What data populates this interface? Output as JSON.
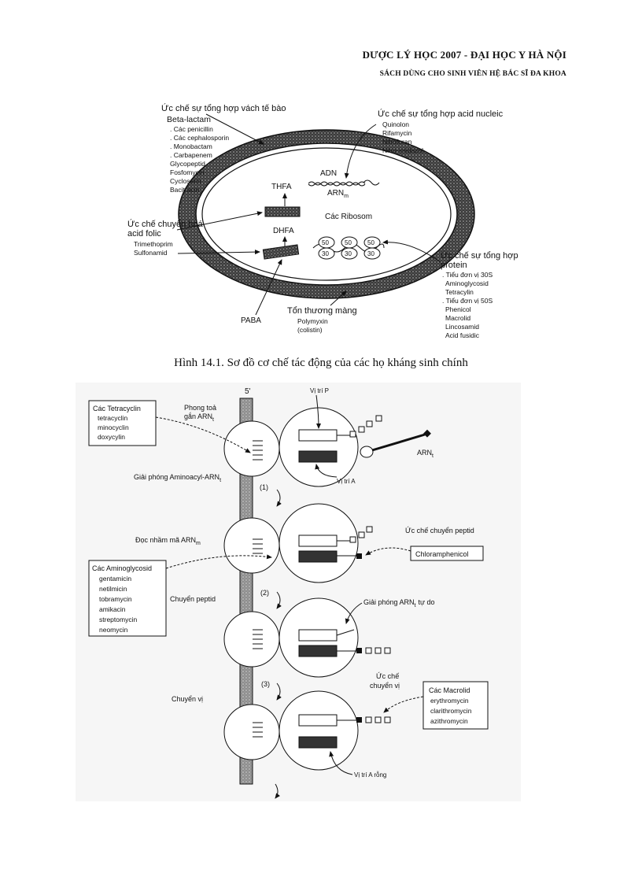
{
  "header": {
    "line1": "DƯỢC LÝ HỌC 2007 - ĐẠI HỌC Y HÀ NỘI",
    "line2": "SÁCH DÙNG CHO SINH VIÊN HỆ BÁC SĨ ĐA KHOA"
  },
  "figure1": {
    "cell_wall_title": "Ức chế sự tổng hợp vách tế bào",
    "cell_wall_group": "Beta-lactam",
    "cell_wall_items": [
      ". Các penicillin",
      ". Các cephalosporin",
      ". Monobactam",
      ". Carbapenem",
      "Glycopeptid",
      "Fosfomycin",
      "Cycloserin",
      "Bacitracin"
    ],
    "nucleic_title": "Ức chế sự tổng hợp acid nucleic",
    "nucleic_items": [
      "Quinolon",
      "Rifamycin",
      "Nitrofuran",
      "Nitro-imidazol"
    ],
    "adn": "ADN",
    "arn": "ARN",
    "arn_sub": "m",
    "thfa": "THFA",
    "dhfa": "DHFA",
    "ribosomes": "Các Ribosom",
    "rib_top": "50",
    "rib_bottom": "30",
    "folic_title": "Ức chế chuyển hoá",
    "folic_title2": "acid folic",
    "folic_items": [
      "Trimethoprim",
      "Sulfonamid"
    ],
    "protein_title": "Ức chế sự tổng hợp",
    "protein_title2": "protein",
    "protein_items": [
      ". Tiểu đơn vị 30S",
      "Aminoglycosid",
      "Tetracylin",
      ". Tiểu đơn vị 50S",
      "Phenicol",
      "Macrolid",
      "Lincosamid",
      "Acid fusidic"
    ],
    "paba": "PABA",
    "membrane_title": "Tổn thương màng",
    "membrane_items": [
      "Polymyxin",
      "(colistin)"
    ]
  },
  "caption": "Hình 14.1. Sơ đồ cơ chế tác động của các họ kháng sinh chính",
  "figure2": {
    "five_prime": "5'",
    "tetracyclin_box": [
      "Các Tetracyclin",
      "tetracyclin",
      "minocyclin",
      "doxycylin"
    ],
    "block_trna": "Phong toả",
    "block_trna2": "gắn ARN",
    "site_p": "Vị trí P",
    "site_a": "Vị trí A",
    "trna": "ARN",
    "sub_t": "t",
    "release_aminoacyl": "Giải phóng  Aminoacyl-ARN",
    "step1": "(1)",
    "step2": "(2)",
    "step3": "(3)",
    "misread": "Đọc nhầm mã ARN",
    "sub_m": "m",
    "inhibit_peptide": "Ức chế chuyển peptid",
    "chloramphenicol": "Chloramphenicol",
    "aminoglycosid_box": [
      "Các Aminoglycosid",
      "gentamicin",
      "netilmicin",
      "tobramycin",
      "amikacin",
      "streptomycin",
      "neomycin"
    ],
    "transpeptid": "Chuyển peptid",
    "release_free_trna": "Giải phóng ARN",
    "release_free_trna2": "tự do",
    "inhibit_transloc1": "Ức chế",
    "inhibit_transloc2": "chuyển vị",
    "macrolid_box": [
      "Các Macrolid",
      "erythromycin",
      "clarithromycin",
      "azithromycin"
    ],
    "translocation": "Chuyển vị",
    "empty_site_a": "Vị trí A rỗng"
  }
}
